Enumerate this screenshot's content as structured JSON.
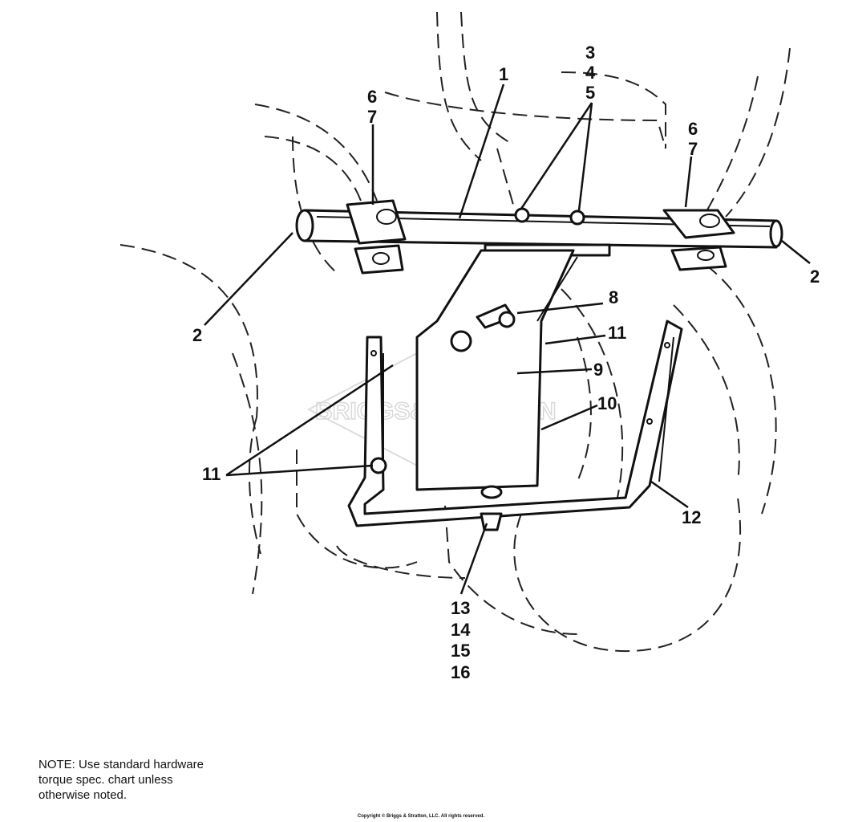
{
  "callouts": [
    {
      "id": "c1",
      "text": "1"
    },
    {
      "id": "c2a",
      "text": "2"
    },
    {
      "id": "c2b",
      "text": "2"
    },
    {
      "id": "c3",
      "text": "3"
    },
    {
      "id": "c4",
      "text": "4"
    },
    {
      "id": "c5",
      "text": "5"
    },
    {
      "id": "c6a",
      "text": "6"
    },
    {
      "id": "c7a",
      "text": "7"
    },
    {
      "id": "c6b",
      "text": "6"
    },
    {
      "id": "c7b",
      "text": "7"
    },
    {
      "id": "c8",
      "text": "8"
    },
    {
      "id": "c9",
      "text": "9"
    },
    {
      "id": "c10",
      "text": "10"
    },
    {
      "id": "c11a",
      "text": "11"
    },
    {
      "id": "c11b",
      "text": "11"
    },
    {
      "id": "c12",
      "text": "12"
    },
    {
      "id": "c13",
      "text": "13"
    },
    {
      "id": "c14",
      "text": "14"
    },
    {
      "id": "c15",
      "text": "15"
    },
    {
      "id": "c16",
      "text": "16"
    }
  ],
  "watermark": "BRIGGS&STRATTON",
  "note": {
    "line1": "NOTE:  Use standard hardware",
    "line2": "torque spec. chart unless",
    "line3": "otherwise noted."
  },
  "copyright": "Copyright © Briggs & Stratton, LLC. All rights reserved."
}
